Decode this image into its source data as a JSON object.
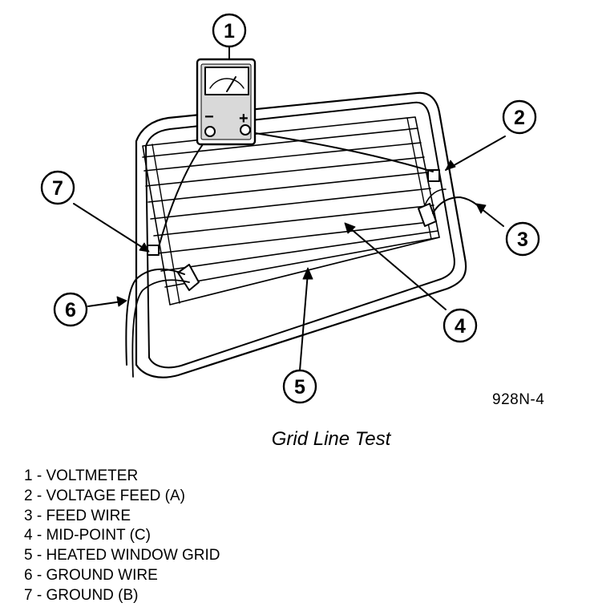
{
  "callouts": [
    {
      "num": "1"
    },
    {
      "num": "2"
    },
    {
      "num": "3"
    },
    {
      "num": "4"
    },
    {
      "num": "5"
    },
    {
      "num": "6"
    },
    {
      "num": "7"
    }
  ],
  "meter": {
    "minus_label": "−",
    "plus_label": "+"
  },
  "figure_id": "928N-4",
  "caption": "Grid Line Test",
  "legend": [
    "1 - VOLTMETER",
    "2 - VOLTAGE FEED (A)",
    "3 - FEED WIRE",
    "4 - MID-POINT (C)",
    "5 - HEATED WINDOW GRID",
    "6 - GROUND WIRE",
    "7 - GROUND (B)"
  ]
}
